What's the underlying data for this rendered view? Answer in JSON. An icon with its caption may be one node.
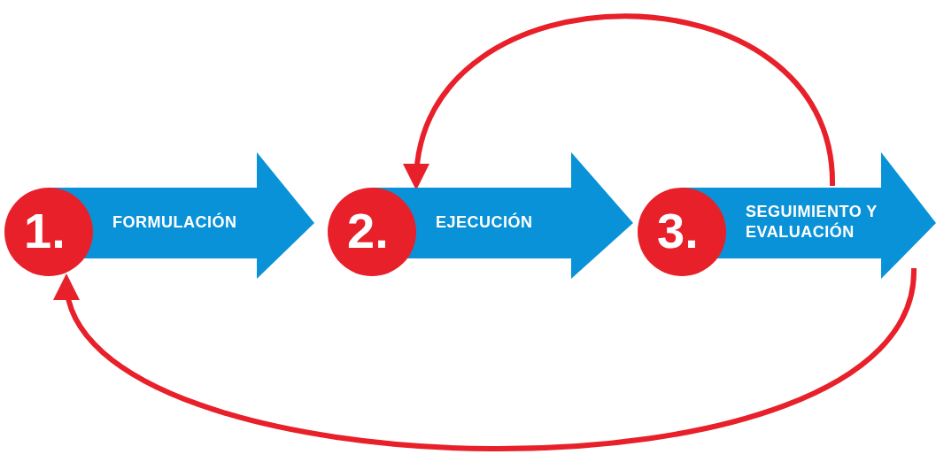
{
  "diagram": {
    "nodes": [
      {
        "text": [
          "1.",
          "FORMULACIÓN"
        ]
      },
      {
        "text": [
          "2.",
          "EJECUCIÓN"
        ]
      },
      {
        "text": [
          "3.",
          "SEGUIMIENTO Y EVALUACIÓN"
        ]
      }
    ],
    "edges": [
      {
        "from": 2,
        "to": 1,
        "arrow": "to"
      },
      {
        "from": 2,
        "to": 0,
        "arrow": "to"
      }
    ]
  }
}
